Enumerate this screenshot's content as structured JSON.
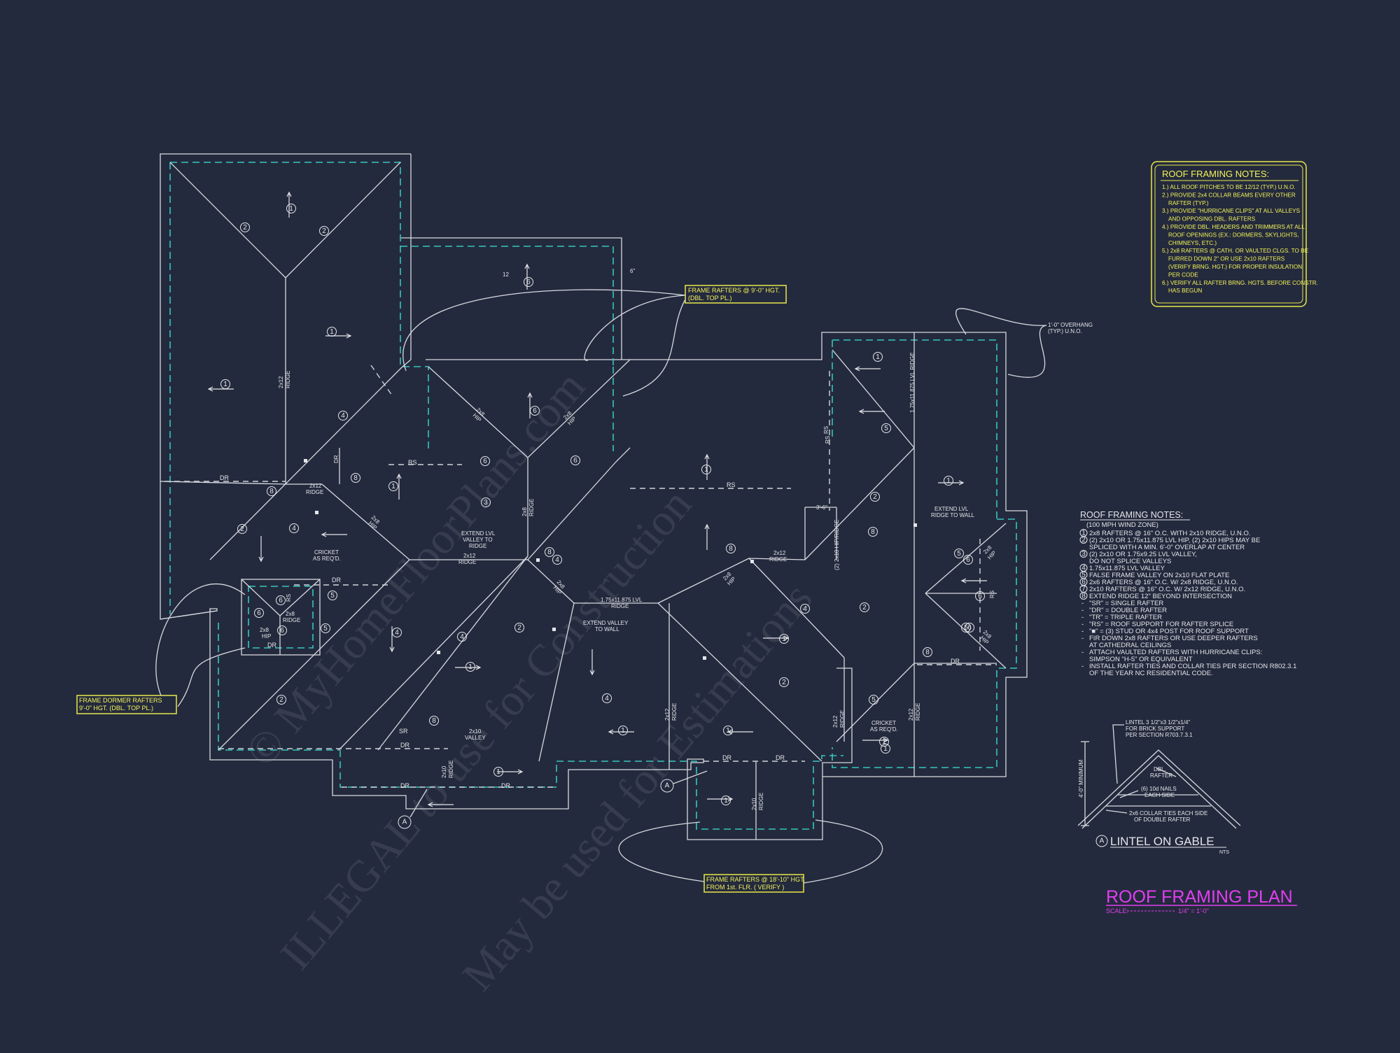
{
  "watermark": {
    "line1": "© MyHomeFloorPlans.com",
    "line2": "ILLEGAL to use for Construction",
    "line3": "May be used for Estimations"
  },
  "callouts": {
    "frame_rafters_top": [
      "FRAME RAFTERS @ 9'-0\" HGT.",
      "(DBL. TOP PL.)"
    ],
    "frame_dormer": [
      "FRAME DORMER RAFTERS",
      "9'-0\" HGT. (DBL. TOP PL.)"
    ],
    "frame_rafters_bottom": [
      "FRAME RAFTERS @ 18'-10\" HGT.",
      "FROM 1st. FLR. ( VERIFY )"
    ],
    "overhang": [
      "1'-0\" OVERHANG",
      "(TYP.) U.N.O."
    ]
  },
  "labels": {
    "dr": "DR",
    "rs": "RS",
    "sr": "SR",
    "ridge_2x12": [
      "2x12",
      "RIDGE"
    ],
    "ridge_2x10": [
      "2x10",
      "RIDGE"
    ],
    "ridge_2x8": [
      "2x8",
      "RIDGE"
    ],
    "hip_2x8": [
      "2x8",
      "HIP"
    ],
    "valley_2x10": [
      "2x10",
      "VALLEY"
    ],
    "lvl_ridge": [
      "1.75x11.875 LVL",
      "RIDGE"
    ],
    "lvl_ridge_v": "1.75x11.875 LVL RIDGE",
    "extend_lvl_valley": [
      "EXTEND LVL",
      "VALLEY TO",
      "RIDGE"
    ],
    "extend_valley_wall": [
      "EXTEND VALLEY",
      "TO WALL"
    ],
    "extend_lvl_ridge": [
      "EXTEND LVL",
      "RIDGE TO WALL"
    ],
    "cricket": [
      "CRICKET",
      "AS REQ'D."
    ],
    "dim_3_6": "3'-6\"",
    "hip_ridge_2_2x10": "(2) 2x10 HIP/RIDGE",
    "section_a": "A",
    "dim_6": "6\"",
    "pitch": "12"
  },
  "notes_top": {
    "title": "ROOF FRAMING NOTES:",
    "lines": [
      "1.) ALL ROOF PITCHES TO BE 12/12 (TYP.) U.N.O.",
      "2.) PROVIDE 2x4 COLLAR BEAMS EVERY OTHER",
      "RAFTER (TYP.)",
      "3.) PROVIDE \"HURRICANE CLIPS\" AT ALL VALLEYS",
      "AND OPPOSING DBL. RAFTERS",
      "4.) PROVIDE DBL. HEADERS AND TRIMMERS AT ALL",
      "ROOF OPENINGS (EX.: DORMERS, SKYLIGHTS,",
      "CHIMNEYS, ETC.)",
      "5.) 2x8 RAFTERS @ CATH. OR VAULTED CLGS. TO BE",
      "FURRED DOWN 2\" OR USE 2x10 RAFTERS",
      "(VERIFY BRNG. HGT.) FOR PROPER INSULATION",
      "PER CODE",
      "6.) VERIFY ALL RAFTER BRNG. HGTS. BEFORE CONSTR.",
      "HAS BEGUN"
    ]
  },
  "notes_right": {
    "title": "ROOF FRAMING NOTES:",
    "subtitle": "(100 MPH WIND ZONE)",
    "items": [
      {
        "n": "1",
        "text": [
          "2x8 RAFTERS @ 16\" O.C. WITH 2x10 RIDGE, U.N.O."
        ]
      },
      {
        "n": "2",
        "text": [
          "(2) 2x10 OR 1.75x11.875 LVL HIP, (2) 2x10 HIPS MAY BE",
          "SPLICED WITH A MIN. 6'-0\" OVERLAP AT CENTER"
        ]
      },
      {
        "n": "3",
        "text": [
          "(2) 2x10 OR 1.75x9.25 LVL VALLEY,",
          "DO NOT SPLICE VALLEYS"
        ]
      },
      {
        "n": "4",
        "text": [
          "1.75x11.875 LVL VALLEY"
        ]
      },
      {
        "n": "5",
        "text": [
          "FALSE FRAME VALLEY ON 2x10 FLAT PLATE"
        ]
      },
      {
        "n": "6",
        "text": [
          "2x6 RAFTERS @ 16\" O.C. W/ 2x8 RIDGE, U.N.O."
        ]
      },
      {
        "n": "7",
        "text": [
          "2x10 RAFTERS @ 16\" O.C. W/ 2x12 RIDGE, U.N.O."
        ]
      },
      {
        "n": "8",
        "text": [
          "EXTEND RIDGE 12\" BEYOND INTERSECTION"
        ]
      }
    ],
    "bullets": [
      "\"SR\" = SINGLE RAFTER",
      "\"DR\" = DOUBLE RAFTER",
      "\"TR\" = TRIPLE RAFTER",
      "\"RS\" = ROOF SUPPORT FOR RAFTER SPLICE",
      "\"■\" = (3) STUD OR 4x4 POST FOR ROOF SUPPORT",
      "FIR DOWN 2x8 RAFTERS OR USE DEEPER RAFTERS",
      "AT CATHEDRAL CEILINGS",
      "ATTACH VAULTED RAFTERS WITH HURRICANE CLIPS:",
      "SIMPSON \"H-5\" OR EQUIVALENT",
      "INSTALL RAFTER TIES AND COLLAR TIES PER SECTION R802.3.1",
      "OF THE YEAR NC RESIDENTIAL CODE."
    ]
  },
  "lintel": {
    "note1": [
      "LINTEL 3 1/2\"x3 1/2\"x1/4\"",
      "FOR BRICK SUPPORT",
      "PER SECTION R703.7.3.1"
    ],
    "dbl_rafter": [
      "DBL.",
      "RAFTER"
    ],
    "nails": [
      "(6) 10d NAILS",
      "EACH SIDE"
    ],
    "collar": [
      "2x6 COLLAR TIES EACH SIDE",
      "OF DOUBLE RAFTER"
    ],
    "min": "4'-0\" MINIMUM",
    "tag": "A",
    "title": "LINTEL ON GABLE",
    "nts": "NTS"
  },
  "plan_title": {
    "title": "ROOF FRAMING PLAN",
    "scale_label": "SCALE:",
    "scale_value": "1/4\" = 1'-0\""
  },
  "colors": {
    "background": "#242a3d",
    "lines": "#d6d9e0",
    "wall_dash": "#35c6be",
    "callout": "#f3f35a",
    "title": "#e23ef0"
  }
}
